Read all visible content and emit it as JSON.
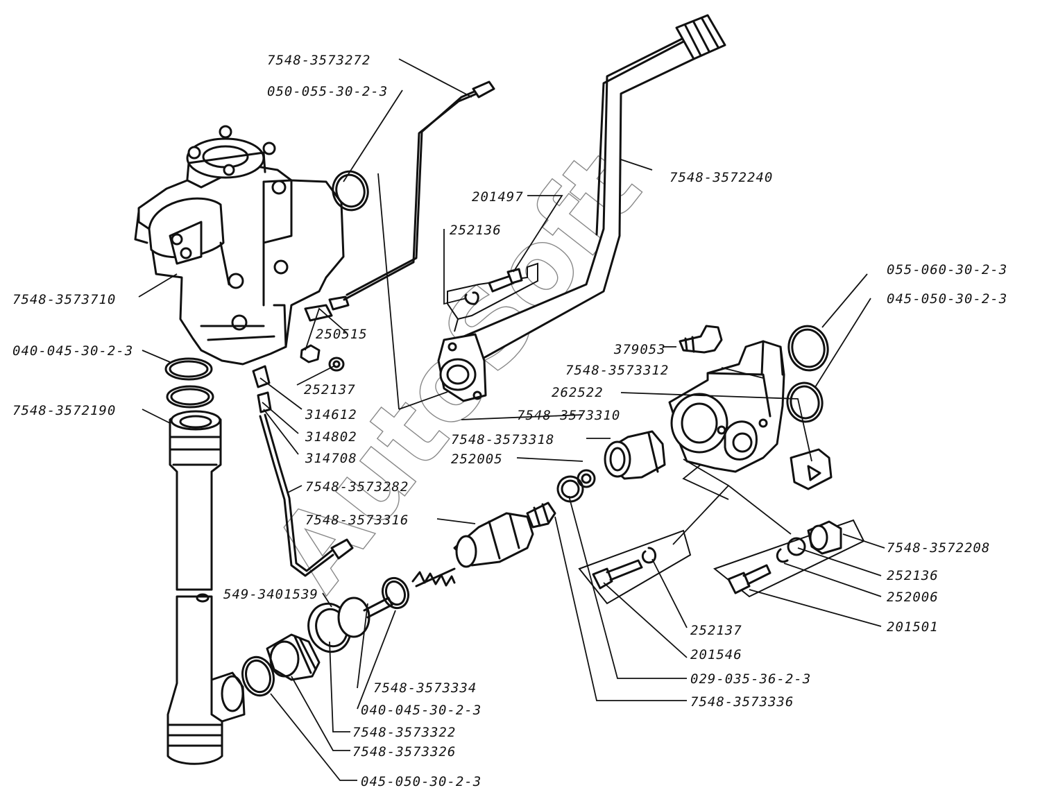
{
  "watermark": "AutoSoft",
  "labels": [
    {
      "id": "p7548_3573272",
      "text": "7548-3573272"
    },
    {
      "id": "p050_055_30_2_3",
      "text": "050-055-30-2-3"
    },
    {
      "id": "p7548_3573710",
      "text": "7548-3573710"
    },
    {
      "id": "p040_045_30_2_3_a",
      "text": "040-045-30-2-3"
    },
    {
      "id": "p7548_3572190",
      "text": "7548-3572190"
    },
    {
      "id": "p250515",
      "text": "250515"
    },
    {
      "id": "p252137_a",
      "text": "252137"
    },
    {
      "id": "p314612",
      "text": "314612"
    },
    {
      "id": "p314802",
      "text": "314802"
    },
    {
      "id": "p314708",
      "text": "314708"
    },
    {
      "id": "p7548_3573282",
      "text": "7548-3573282"
    },
    {
      "id": "p201497",
      "text": "201497"
    },
    {
      "id": "p252136_a",
      "text": "252136"
    },
    {
      "id": "p7548_3572240",
      "text": "7548-3572240"
    },
    {
      "id": "p379053",
      "text": "379053"
    },
    {
      "id": "p7548_3573312",
      "text": "7548-3573312"
    },
    {
      "id": "p262522",
      "text": "262522"
    },
    {
      "id": "p7548_3573310",
      "text": "7548-3573310"
    },
    {
      "id": "p7548_3573318",
      "text": "7548-3573318"
    },
    {
      "id": "p252005",
      "text": "252005"
    },
    {
      "id": "p7548_3573316",
      "text": "7548-3573316"
    },
    {
      "id": "p549_3401539",
      "text": "549-3401539"
    },
    {
      "id": "p055_060_30_2_3",
      "text": "055-060-30-2-3"
    },
    {
      "id": "p045_050_30_2_3_a",
      "text": "045-050-30-2-3"
    },
    {
      "id": "p7548_3572208",
      "text": "7548-3572208"
    },
    {
      "id": "p252136_b",
      "text": "252136"
    },
    {
      "id": "p252006",
      "text": "252006"
    },
    {
      "id": "p201501",
      "text": "201501"
    },
    {
      "id": "p252137_b",
      "text": "252137"
    },
    {
      "id": "p201546",
      "text": "201546"
    },
    {
      "id": "p029_035_36_2_3",
      "text": "029-035-36-2-3"
    },
    {
      "id": "p7548_3573336",
      "text": "7548-3573336"
    },
    {
      "id": "p7548_3573334",
      "text": "7548-3573334"
    },
    {
      "id": "p040_045_30_2_3_b",
      "text": "040-045-30-2-3"
    },
    {
      "id": "p7548_3573322",
      "text": "7548-3573322"
    },
    {
      "id": "p7548_3573326",
      "text": "7548-3573326"
    },
    {
      "id": "p045_050_30_2_3_b",
      "text": "045-050-30-2-3"
    }
  ]
}
